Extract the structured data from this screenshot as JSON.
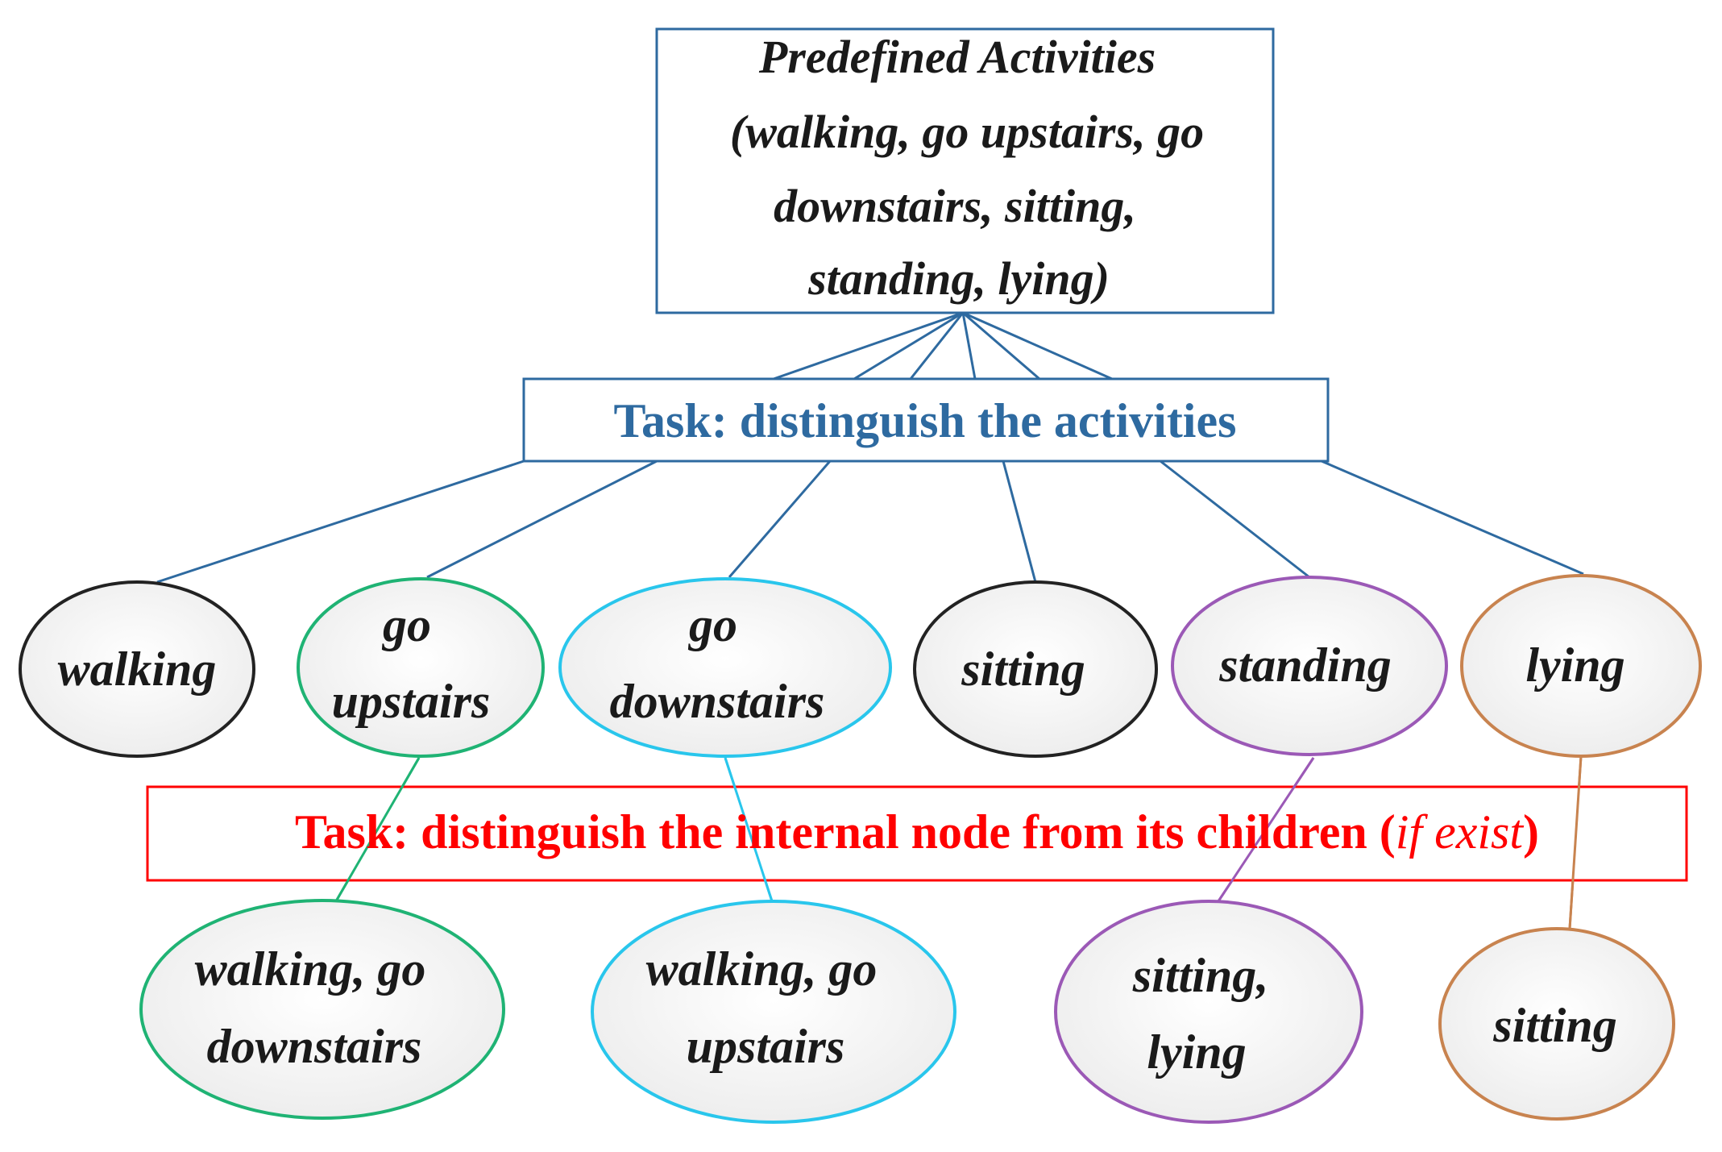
{
  "root": {
    "lines": [
      "Predefined Activities",
      "(walking, go upstairs, go",
      "downstairs, sitting,",
      "standing, lying)"
    ]
  },
  "task1": {
    "label": "Task: distinguish the activities"
  },
  "task2": {
    "label_main": "Task: distinguish the internal node from its children (",
    "label_italic": "if exist",
    "label_end": ")"
  },
  "activities": [
    {
      "id": "walking",
      "lines": [
        "walking"
      ],
      "color": "#222222"
    },
    {
      "id": "go-upstairs",
      "lines": [
        "go",
        "upstairs"
      ],
      "color": "#1fb374"
    },
    {
      "id": "go-downstairs",
      "lines": [
        "go",
        "downstairs"
      ],
      "color": "#29c6ec"
    },
    {
      "id": "sitting",
      "lines": [
        "sitting"
      ],
      "color": "#222222"
    },
    {
      "id": "standing",
      "lines": [
        "standing"
      ],
      "color": "#9b59b6"
    },
    {
      "id": "lying",
      "lines": [
        "lying"
      ],
      "color": "#c8834f"
    }
  ],
  "children": [
    {
      "id": "walking-go-downstairs",
      "lines": [
        "walking, go",
        "downstairs"
      ],
      "color": "#1fb374"
    },
    {
      "id": "walking-go-upstairs",
      "lines": [
        "walking, go",
        "upstairs"
      ],
      "color": "#29c6ec"
    },
    {
      "id": "sitting-lying",
      "lines": [
        "sitting,",
        "lying"
      ],
      "color": "#9b59b6"
    },
    {
      "id": "sitting-child",
      "lines": [
        "sitting"
      ],
      "color": "#c8834f"
    }
  ],
  "colors": {
    "box_border": "#2e6aa0",
    "task1_text": "#2e6aa0",
    "task2_border": "#ff0000",
    "task2_text": "#ff0000",
    "ellipse_fill": "#f2f2f2"
  }
}
